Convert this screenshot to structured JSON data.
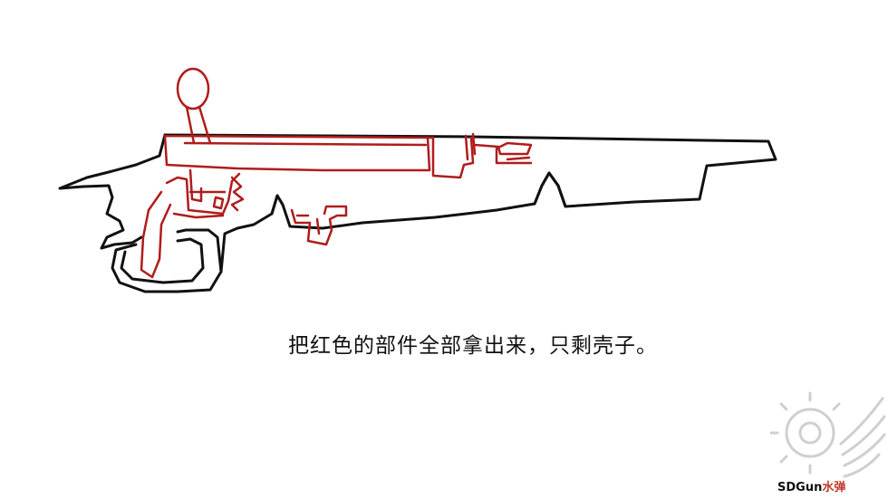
{
  "caption": "把红色的部件全部拿出来，只剩壳子。",
  "watermark": {
    "brand": "SDGun",
    "suffix": "水弹"
  },
  "colors": {
    "ink": "#111111",
    "highlight": "#b01c1c",
    "watermark": "#cfcfcf",
    "watermark_suffix": "#c0392b"
  }
}
